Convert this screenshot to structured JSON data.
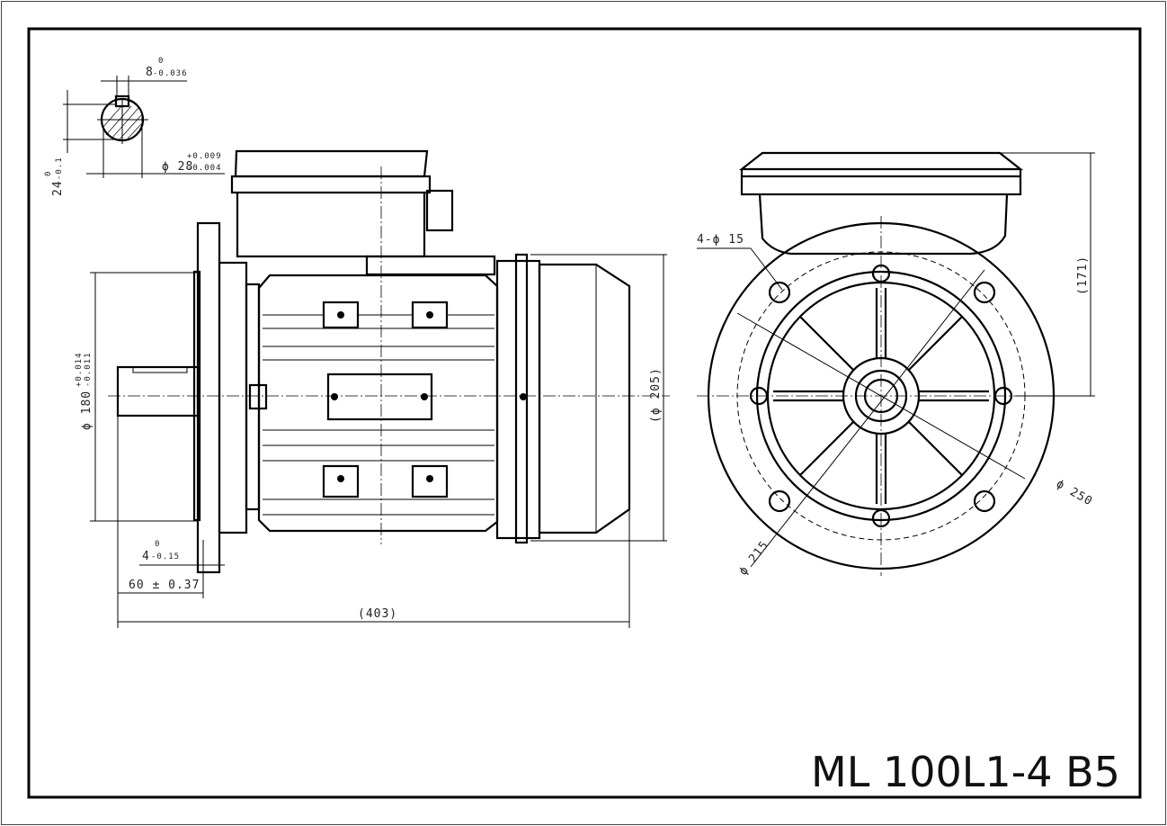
{
  "title": "ML 100L1-4 B5",
  "key_section": {
    "key_width": "8",
    "key_width_upper": "0",
    "key_width_lower": "-0.036",
    "shaft_dia": "ϕ 28",
    "shaft_dia_upper": "+0.009",
    "shaft_dia_lower": "-0.004",
    "key_height": "24",
    "key_height_upper": "0",
    "key_height_lower": "-0.1"
  },
  "side_view": {
    "spigot_dia": "ϕ 180",
    "spigot_upper": "+0.014",
    "spigot_lower": "-0.011",
    "spigot_depth": "4",
    "spigot_depth_upper": "0",
    "spigot_depth_lower": "-0.15",
    "shaft_length": "60 ± 0.37",
    "overall_length": "(403)",
    "overall_height": "(ϕ 205)"
  },
  "front_view": {
    "holes": "4-ϕ 15",
    "box_height": "(171)",
    "flange_dia": "ϕ 250",
    "pcd": "ϕ 215"
  }
}
